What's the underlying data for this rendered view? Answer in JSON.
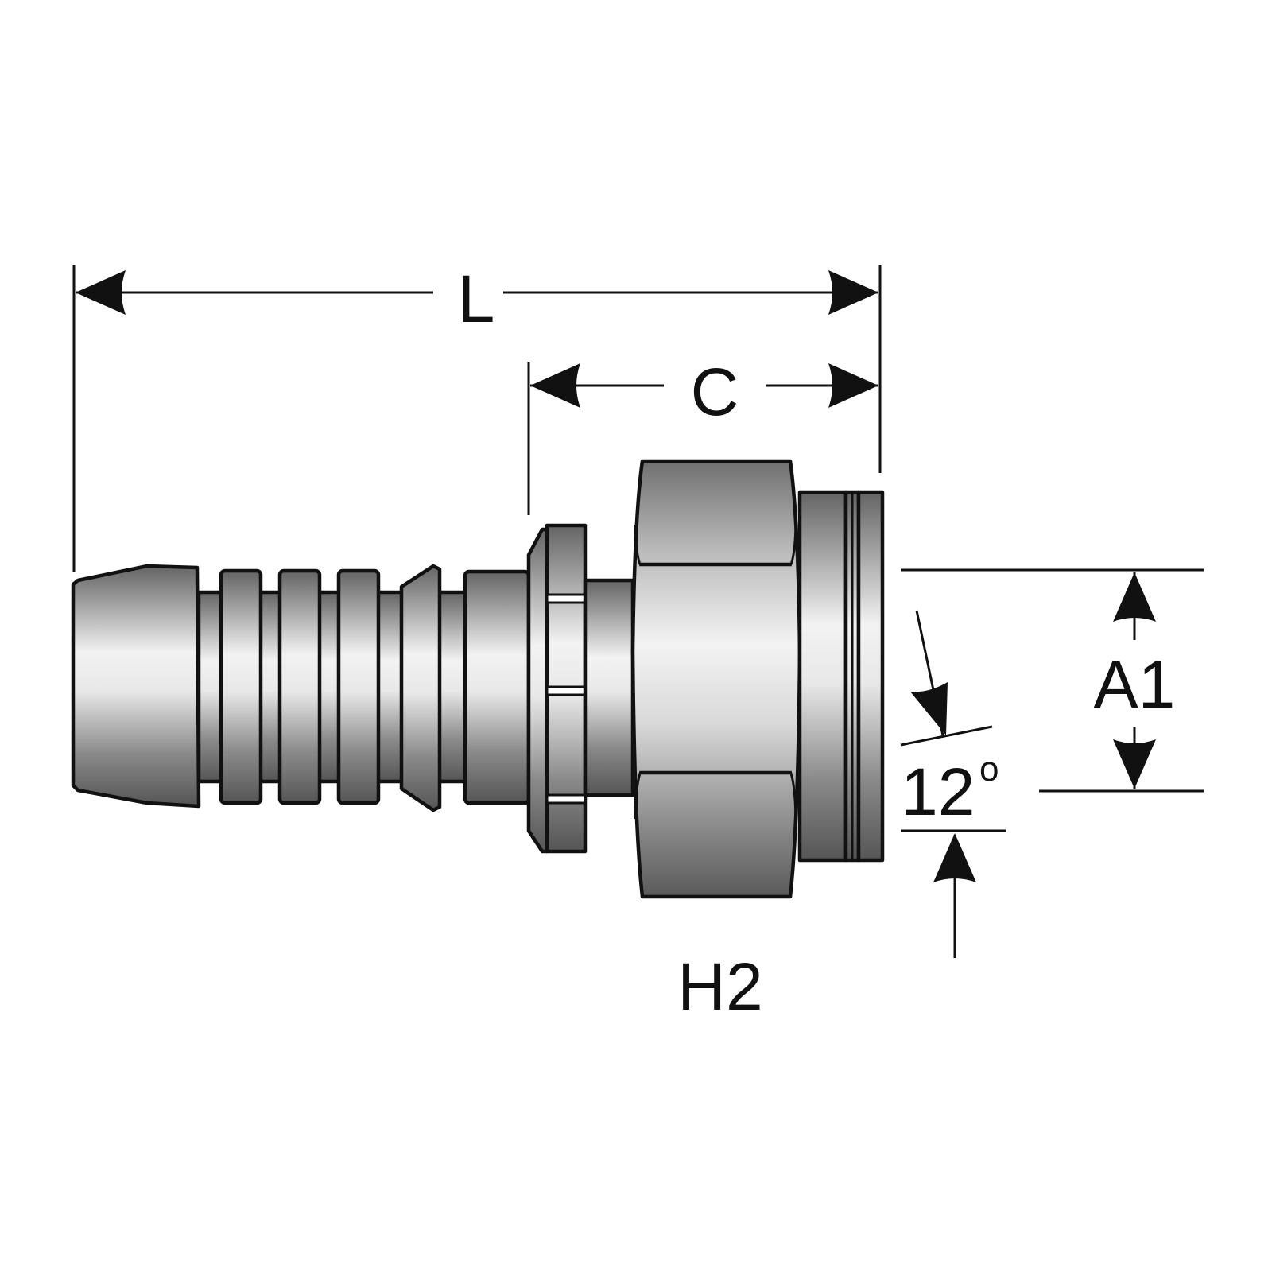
{
  "labels": {
    "overall_length": "L",
    "cutoff_length": "C",
    "seat_diameter": "A1",
    "cone_angle": "12",
    "degree_mark": "o",
    "hex_size": "H2"
  },
  "colors": {
    "ink": "#111111",
    "metal_dark": "#5c5c5c",
    "metal_light": "#f4f4f4",
    "background": "#ffffff"
  }
}
